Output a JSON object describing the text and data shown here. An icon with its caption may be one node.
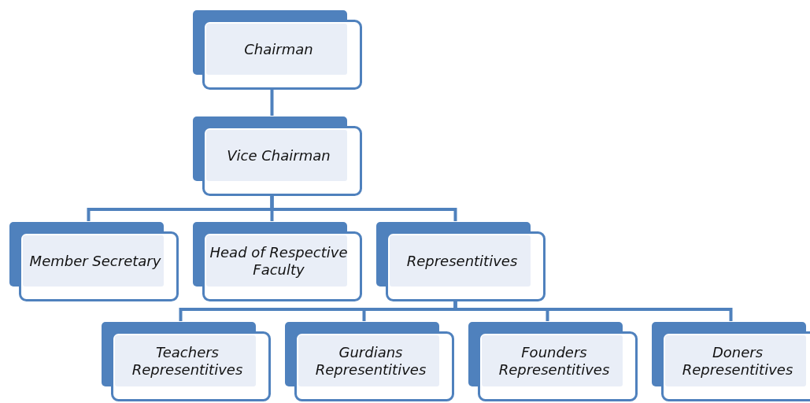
{
  "diagram": {
    "nodes": [
      {
        "text": [
          "Chairman"
        ]
      },
      {
        "text": [
          "Vice Chairman"
        ]
      },
      {
        "text": [
          "Member Secretary"
        ]
      },
      {
        "text": [
          "Head of Respective Faculty"
        ]
      },
      {
        "text": [
          "Representitives"
        ]
      },
      {
        "text": [
          "Teachers Representitives"
        ]
      },
      {
        "text": [
          "Gurdians Representitives"
        ]
      },
      {
        "text": [
          "Founders Representitives"
        ]
      },
      {
        "text": [
          "Doners Representitives"
        ]
      }
    ],
    "edges": [
      {
        "from": 0,
        "to": 1,
        "arrow": "none"
      },
      {
        "from": 1,
        "to": 2,
        "arrow": "none"
      },
      {
        "from": 1,
        "to": 3,
        "arrow": "none"
      },
      {
        "from": 1,
        "to": 4,
        "arrow": "none"
      },
      {
        "from": 4,
        "to": 5,
        "arrow": "none"
      },
      {
        "from": 4,
        "to": 6,
        "arrow": "none"
      },
      {
        "from": 4,
        "to": 7,
        "arrow": "none"
      },
      {
        "from": 4,
        "to": 8,
        "arrow": "none"
      }
    ]
  }
}
